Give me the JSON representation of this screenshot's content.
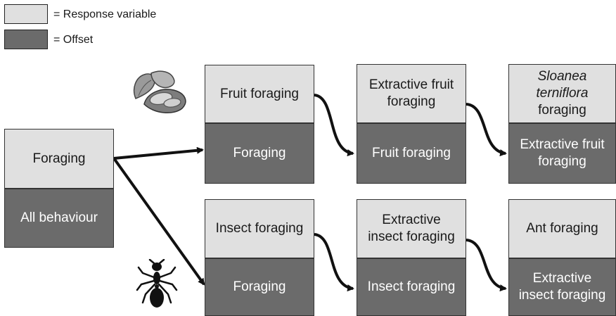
{
  "legend": {
    "response": {
      "label": "= Response variable",
      "color": "#e0e0e0"
    },
    "offset": {
      "label": "= Offset",
      "color": "#6b6b6b"
    }
  },
  "nodes": {
    "foraging_response": "Foraging",
    "foraging_offset": "All behaviour",
    "fruit_response": "Fruit foraging",
    "fruit_offset": "Foraging",
    "extractive_fruit_response_line1": "Extractive fruit",
    "extractive_fruit_response_line2": "foraging",
    "extractive_fruit_offset": "Fruit foraging",
    "sloanea_response_line1": "Sloanea",
    "sloanea_response_line2": "terniflora",
    "sloanea_response_line3": "foraging",
    "sloanea_offset_line1": "Extractive fruit",
    "sloanea_offset_line2": "foraging",
    "insect_response": "Insect foraging",
    "insect_offset": "Foraging",
    "extractive_insect_response_line1": "Extractive",
    "extractive_insect_response_line2": "insect foraging",
    "extractive_insect_offset": "Insect foraging",
    "ant_response": "Ant foraging",
    "ant_offset_line1": "Extractive",
    "ant_offset_line2": "insect foraging"
  },
  "icons": [
    "fruit-icon",
    "ant-icon"
  ]
}
